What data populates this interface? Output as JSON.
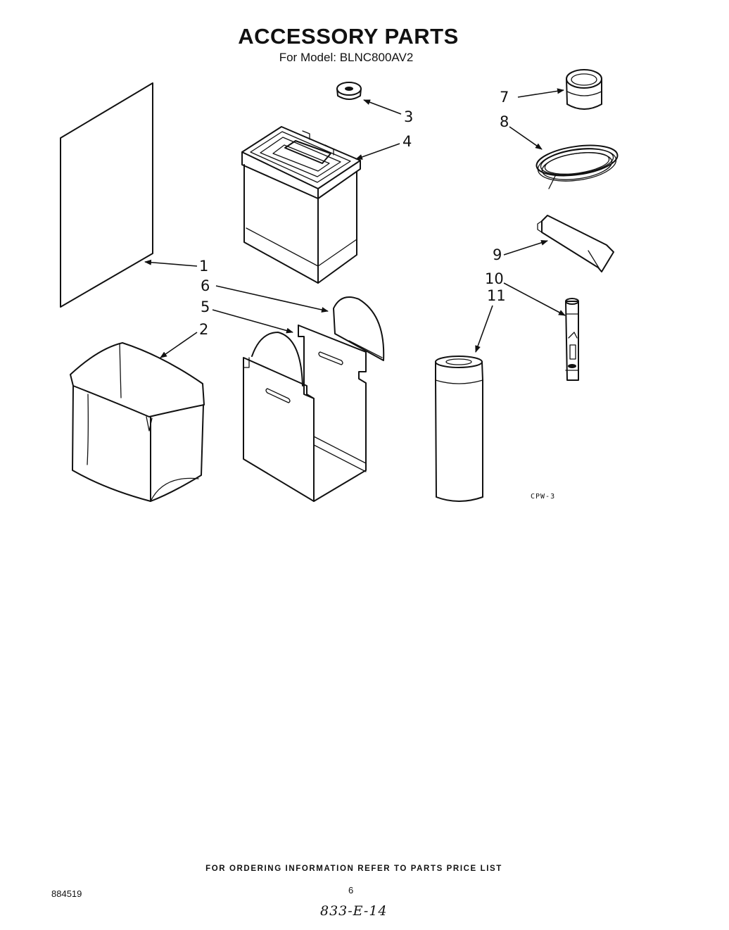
{
  "header": {
    "title": "ACCESSORY PARTS",
    "subtitle": "For Model: BLNC800AV2"
  },
  "callouts": [
    {
      "id": "1",
      "label": "1"
    },
    {
      "id": "2",
      "label": "2"
    },
    {
      "id": "3",
      "label": "3"
    },
    {
      "id": "4",
      "label": "4"
    },
    {
      "id": "5",
      "label": "5"
    },
    {
      "id": "6",
      "label": "6"
    },
    {
      "id": "7",
      "label": "7"
    },
    {
      "id": "8",
      "label": "8"
    },
    {
      "id": "9",
      "label": "9"
    },
    {
      "id": "10",
      "label": "10"
    },
    {
      "id": "11",
      "label": "11"
    }
  ],
  "figure_code": "CPW-3",
  "footer": {
    "ordering_note": "FOR ORDERING INFORMATION REFER TO PARTS PRICE LIST",
    "page_number": "6",
    "document_number": "884519",
    "handwritten_note": "833-E-14"
  },
  "colors": {
    "ink": "#111111",
    "paper": "#ffffff"
  }
}
